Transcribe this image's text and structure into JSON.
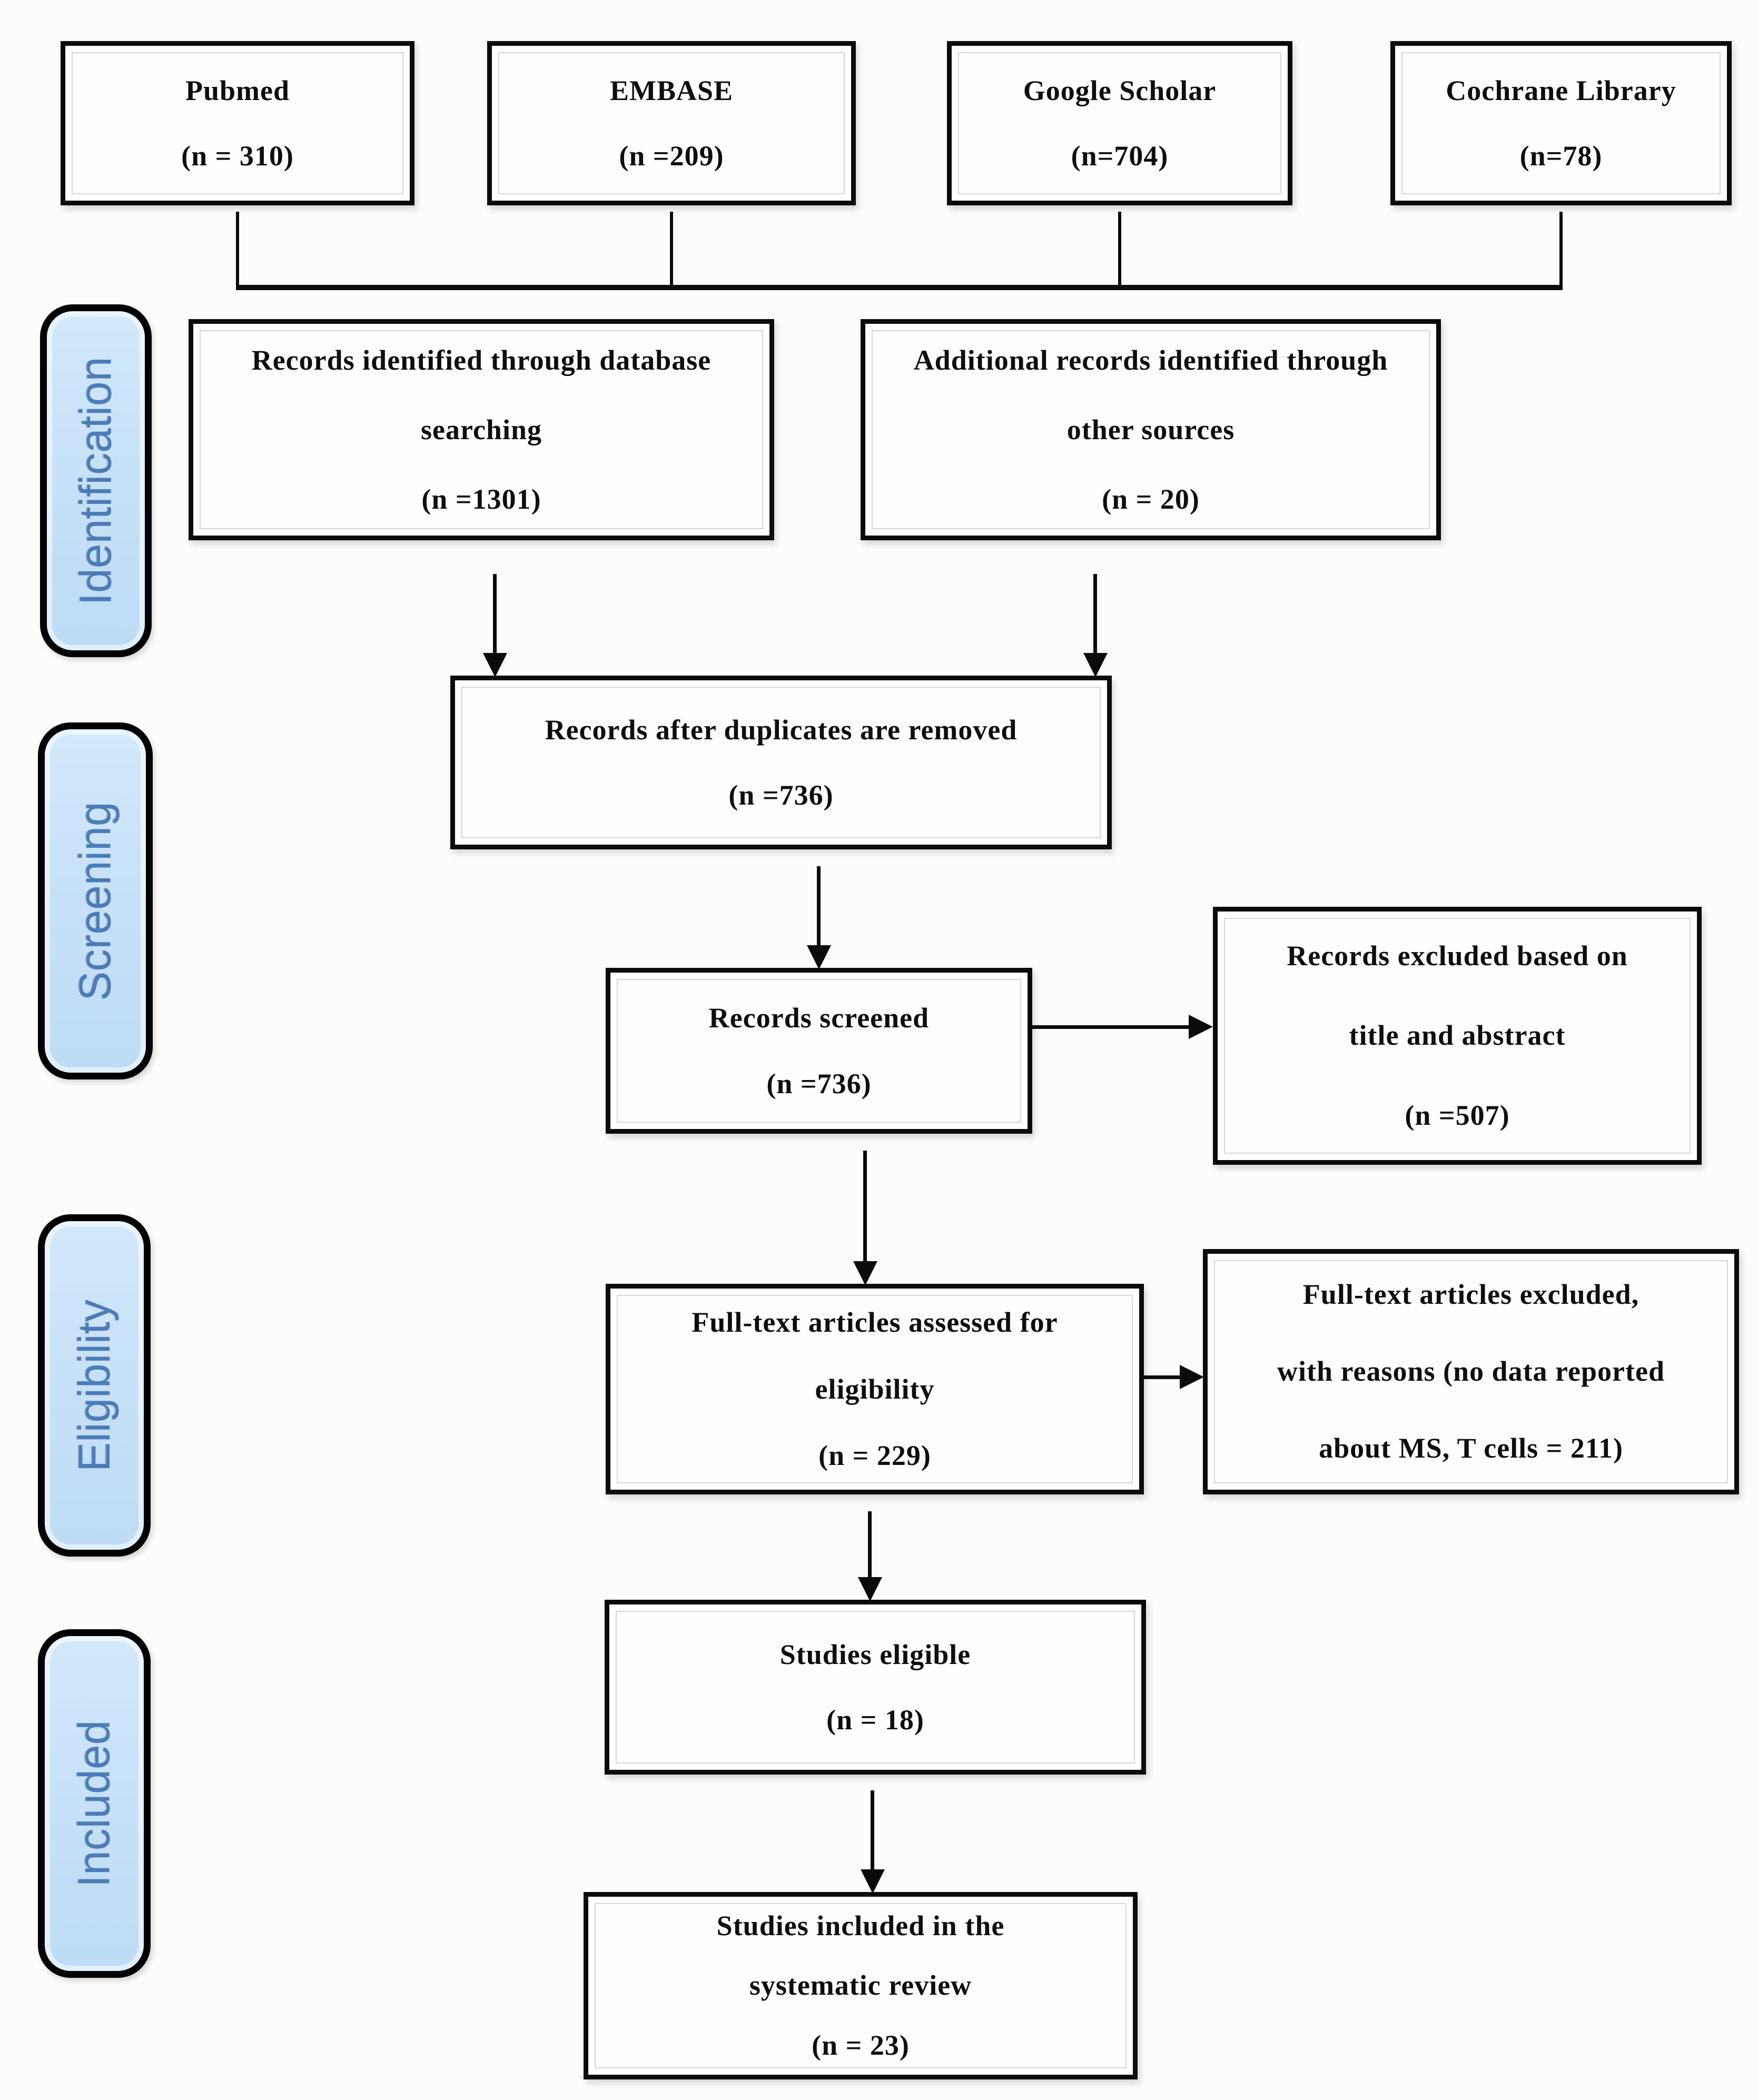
{
  "sources": [
    {
      "name": "Pubmed",
      "count": "(n = 310)"
    },
    {
      "name": "EMBASE",
      "count": "(n =209)"
    },
    {
      "name": "Google Scholar",
      "count": "(n=704)"
    },
    {
      "name": "Cochrane Library",
      "count": "(n=78)"
    }
  ],
  "stages": [
    {
      "label": "Identification"
    },
    {
      "label": "Screening"
    },
    {
      "label": "Eligibility"
    },
    {
      "label": "Included"
    }
  ],
  "nodes": {
    "identified": {
      "lines": [
        "Records identified through database",
        "searching",
        "(n =1301)"
      ]
    },
    "additional": {
      "lines": [
        "Additional records identified through",
        "other sources",
        "(n = 20)"
      ]
    },
    "deduplicated": {
      "lines": [
        "Records after duplicates are removed",
        "(n =736)"
      ]
    },
    "screened": {
      "lines": [
        "Records screened",
        "(n =736)"
      ]
    },
    "excluded_title_abstract": {
      "lines": [
        "Records excluded based on",
        "title and abstract",
        "(n =507)"
      ]
    },
    "fulltext_assessed": {
      "lines": [
        "Full-text articles assessed for",
        "eligibility",
        "(n = 229)"
      ]
    },
    "fulltext_excluded": {
      "lines": [
        "Full-text articles excluded,",
        "with reasons (no data reported",
        "about MS, T cells = 211)"
      ]
    },
    "eligible": {
      "lines": [
        "Studies eligible",
        "(n = 18)"
      ]
    },
    "included": {
      "lines": [
        "Studies included in the",
        "systematic review",
        "(n = 23)"
      ]
    }
  },
  "colors": {
    "stage_fill": "#c7e1f7",
    "stage_text": "#4b7cb8",
    "box_border": "#0b0b0b",
    "arrow": "#0b0b0b",
    "background": "#fcfcfb"
  }
}
